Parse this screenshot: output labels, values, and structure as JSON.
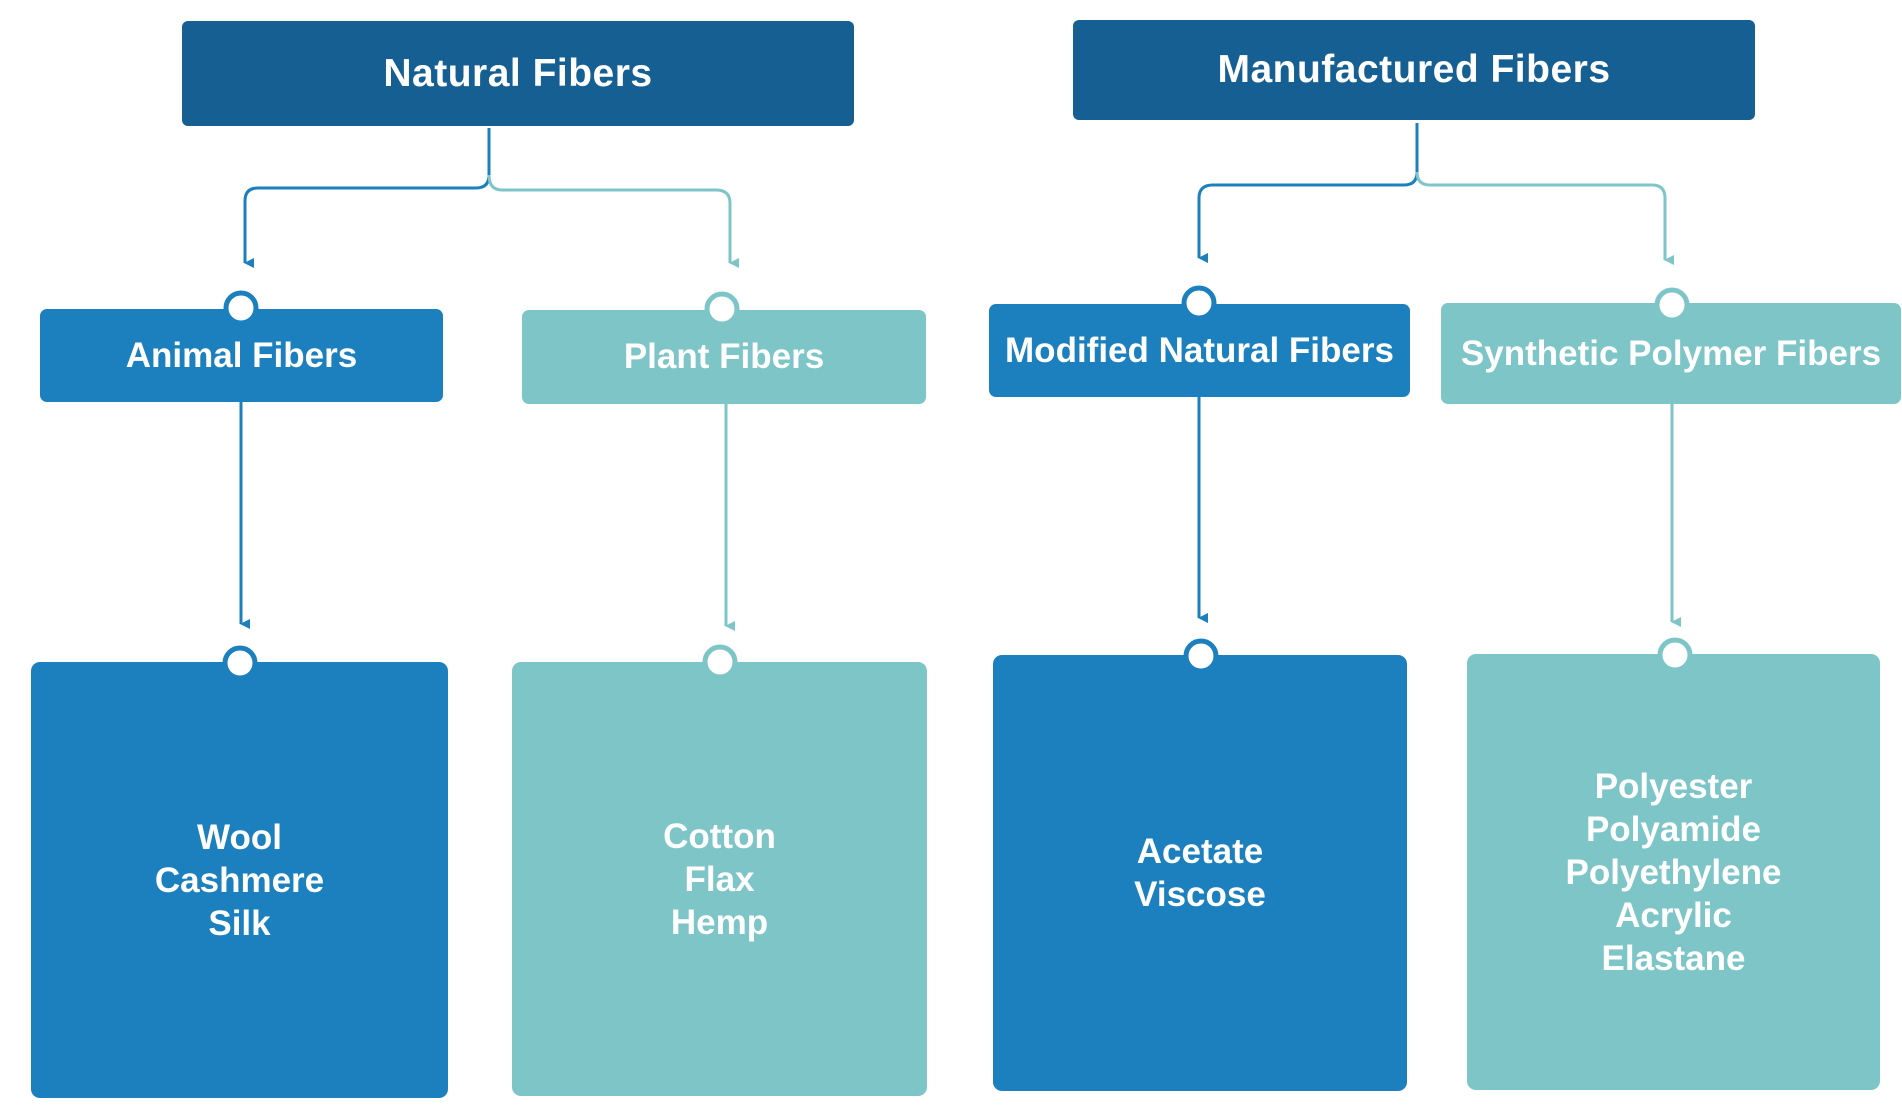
{
  "diagram": {
    "colors": {
      "top": "#155f92",
      "dark": "#1b80bd",
      "light": "#7dc5c7"
    },
    "groups": [
      {
        "title": "Natural Fibers",
        "branches": [
          {
            "label": "Animal Fibers",
            "tone": "dark",
            "items": [
              "Wool",
              "Cashmere",
              "Silk"
            ]
          },
          {
            "label": "Plant Fibers",
            "tone": "light",
            "items": [
              "Cotton",
              "Flax",
              "Hemp"
            ]
          }
        ]
      },
      {
        "title": "Manufactured Fibers",
        "branches": [
          {
            "label": "Modified Natural Fibers",
            "tone": "dark",
            "items": [
              "Acetate",
              "Viscose"
            ]
          },
          {
            "label": "Synthetic Polymer Fibers",
            "tone": "light",
            "items": [
              "Polyester",
              "Polyamide",
              "Polyethylene",
              "Acrylic",
              "Elastane"
            ]
          }
        ]
      }
    ]
  }
}
